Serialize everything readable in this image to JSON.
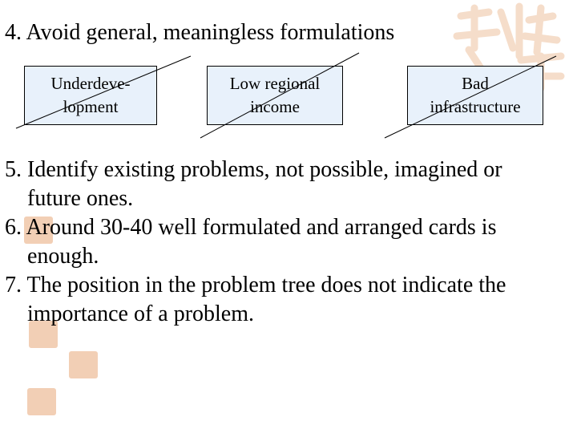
{
  "heading": "4. Avoid general, meaningless formulations",
  "cards": [
    {
      "line1": "Underdeve-",
      "line2": "lopment"
    },
    {
      "line1": "Low regional",
      "line2": "income"
    },
    {
      "line1": "Bad",
      "line2": "infrastructure"
    }
  ],
  "points": [
    "5. Identify existing problems, not possible, imagined or future ones.",
    "6. Around 30-40 well formulated and arranged cards is enough.",
    "7. The position in the problem tree does not indicate the importance of a problem."
  ],
  "colors": {
    "card_fill": "#e8f1fb",
    "decoration": "#e8a878"
  }
}
